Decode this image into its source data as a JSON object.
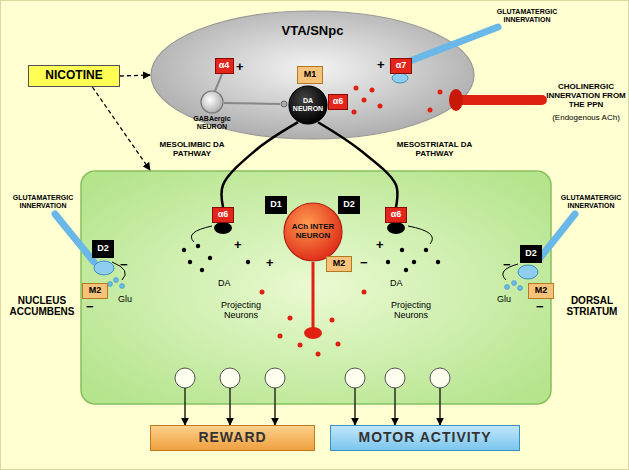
{
  "diagram": {
    "nodes": [
      {
        "text": [
          "VTA/SNpc"
        ]
      },
      {
        "text": [
          "GABAergic NEURON"
        ],
        "in": 0
      },
      {
        "text": [
          "α4"
        ],
        "in": 0
      },
      {
        "text": [
          "M1"
        ],
        "in": 0
      },
      {
        "text": [
          "DA NEURON"
        ],
        "in": 0
      },
      {
        "text": [
          "α6"
        ],
        "in": 0
      },
      {
        "text": [
          "α7"
        ],
        "in": 0
      },
      {
        "text": [
          "NICOTINE"
        ]
      },
      {
        "text": [
          "NUCLEUS ACCUMBENS",
          "DORSAL STRIATUM"
        ]
      },
      {
        "text": [
          "α6"
        ],
        "in": 8
      },
      {
        "text": [
          "ACh INTER NEURON"
        ],
        "in": 8
      },
      {
        "text": [
          "D1"
        ],
        "in": 8
      },
      {
        "text": [
          "D2"
        ],
        "in": 8
      },
      {
        "text": [
          "M2"
        ],
        "in": 8
      },
      {
        "text": [
          "α6"
        ],
        "in": 8
      },
      {
        "text": [
          "D2"
        ],
        "in": 8
      },
      {
        "text": [
          "M2"
        ],
        "in": 8
      },
      {
        "text": [
          "D2"
        ],
        "in": 8
      },
      {
        "text": [
          "M2"
        ],
        "in": 8
      },
      {
        "text": [
          "REWARD"
        ]
      },
      {
        "text": [
          "MOTOR ACTIVITY"
        ]
      }
    ],
    "edges": [
      {
        "from": 7,
        "to": 0,
        "arrow": "to"
      },
      {
        "from": 7,
        "to": 8,
        "arrow": "to"
      },
      {
        "from": 4,
        "to": 9,
        "arrow": "none"
      },
      {
        "from": 4,
        "to": 14,
        "arrow": "none"
      },
      {
        "from": 8,
        "to": 19,
        "arrow": "to"
      },
      {
        "from": 8,
        "to": 19,
        "arrow": "to"
      },
      {
        "from": 8,
        "to": 19,
        "arrow": "to"
      },
      {
        "from": 8,
        "to": 20,
        "arrow": "to"
      },
      {
        "from": 8,
        "to": 20,
        "arrow": "to"
      },
      {
        "from": 8,
        "to": 20,
        "arrow": "to"
      }
    ],
    "labels": [
      "GLUTAMATERGIC INNERVATION",
      "CHOLINERGIC INNERVATION FROM THE PPN",
      "(Endogenous ACh)",
      "+",
      "+",
      "MESOLIMBIC DA PATHWAY",
      "MESOSTRIATAL DA PATHWAY",
      "GLUTAMATERGIC INNERVATION",
      "GLUTAMATERGIC INNERVATION",
      "DA",
      "Glu",
      "Projecting Neurons",
      "DA",
      "Glu",
      "Projecting Neurons",
      "+",
      "+",
      "−",
      "+",
      "−",
      "−",
      "−",
      "−"
    ]
  }
}
